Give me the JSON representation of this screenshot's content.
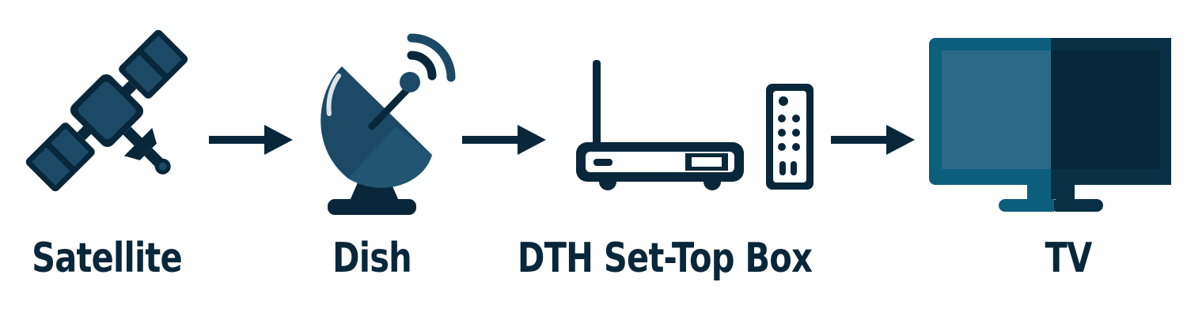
{
  "diagram": {
    "nodes": [
      {
        "id": "satellite",
        "label": "Satellite",
        "icon": "satellite-icon"
      },
      {
        "id": "dish",
        "label": "Dish",
        "icon": "satellite-dish-icon"
      },
      {
        "id": "stb",
        "label": "DTH Set-Top Box",
        "icon": "set-top-box-icon"
      },
      {
        "id": "tv",
        "label": "TV",
        "icon": "television-icon"
      }
    ],
    "arrows": [
      {
        "from": "satellite",
        "to": "dish"
      },
      {
        "from": "dish",
        "to": "stb"
      },
      {
        "from": "stb",
        "to": "tv"
      }
    ],
    "extra_icons": [
      "remote-control-icon"
    ]
  },
  "colors": {
    "dark": "#08273a",
    "mid": "#1c4a66",
    "light": "#2a6a88",
    "accent": "#0b5f7d",
    "background": "#ffffff"
  }
}
